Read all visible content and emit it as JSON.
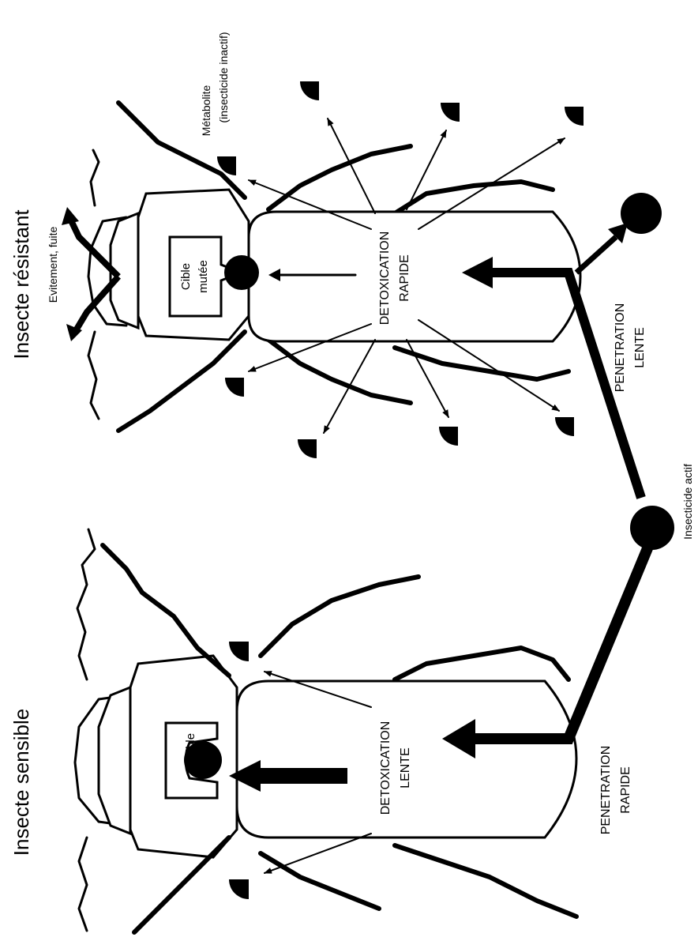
{
  "titles": {
    "sensible": "Insecte sensible",
    "resistant": "Insecte résistant"
  },
  "sensible": {
    "target": "Cible",
    "detox_line1": "DETOXICATION",
    "detox_line2": "LENTE",
    "penetration_line1": "PENETRATION",
    "penetration_line2": "RAPIDE"
  },
  "resistant": {
    "target_line1": "Cible",
    "target_line2": "mutée",
    "detox_line1": "DETOXICATION",
    "detox_line2": "RAPIDE",
    "penetration_line1": "PENETRATION",
    "penetration_line2": "LENTE",
    "avoidance": "Evitement, fuite",
    "metabolite_line1": "Métabolite",
    "metabolite_line2": "(insecticide inactif)"
  },
  "insecticide": "Insecticide actif",
  "colors": {
    "ink": "#000000",
    "background": "#ffffff"
  }
}
